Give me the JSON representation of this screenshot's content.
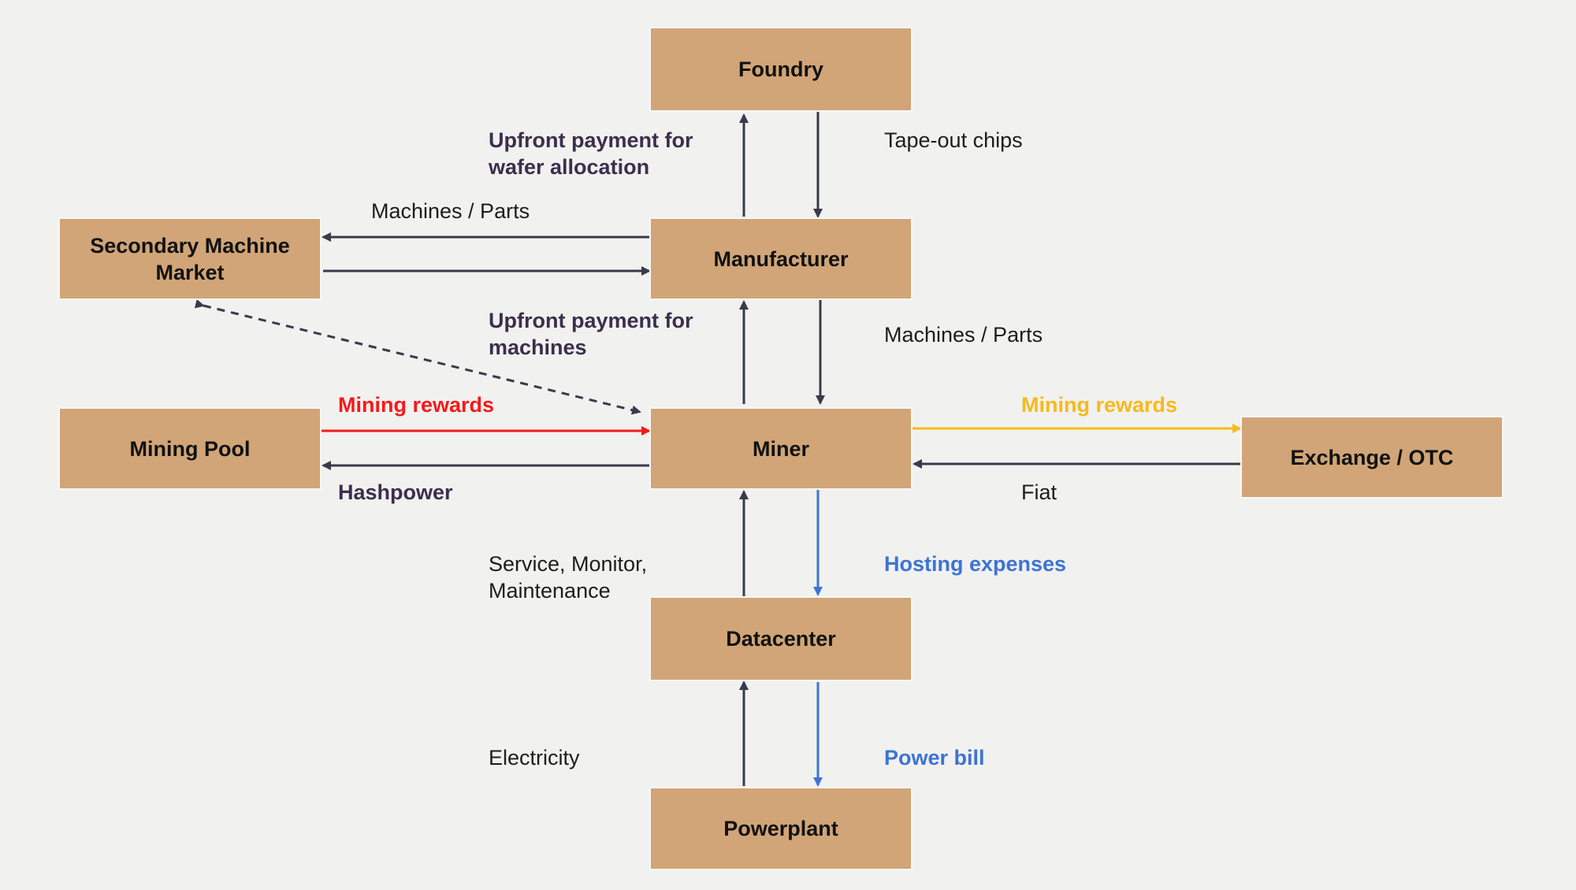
{
  "colors": {
    "background": "#f1f1ef",
    "node_fill": "#d1a577",
    "node_border": "#f7f7f7",
    "arrow_dark": "#393a4b",
    "arrow_blue": "#3d74d4",
    "arrow_red": "#f31b1b",
    "arrow_yellow": "#f8bb1b",
    "label_purple": "#3b2f4d",
    "label_blue": "#3d74d4",
    "label_red": "#f31b1b",
    "label_yellow": "#f7b91d"
  },
  "nodes": {
    "foundry": "Foundry",
    "manufacturer": "Manufacturer",
    "secondary_market": "Secondary Machine Market",
    "mining_pool": "Mining Pool",
    "miner": "Miner",
    "exchange": "Exchange / OTC",
    "datacenter": "Datacenter",
    "powerplant": "Powerplant"
  },
  "labels": {
    "wafer_payment": "Upfront payment for\nwafer allocation",
    "tape_out": "Tape-out chips",
    "machines_parts_top": "Machines / Parts",
    "machine_payment": "Upfront payment for\nmachines",
    "machines_parts_right": "Machines / Parts",
    "mining_rewards_pool": "Mining rewards",
    "hashpower": "Hashpower",
    "mining_rewards_exchange": "Mining rewards",
    "fiat": "Fiat",
    "service": "Service, Monitor,\nMaintenance",
    "hosting": "Hosting expenses",
    "electricity": "Electricity",
    "power_bill": "Power bill"
  }
}
